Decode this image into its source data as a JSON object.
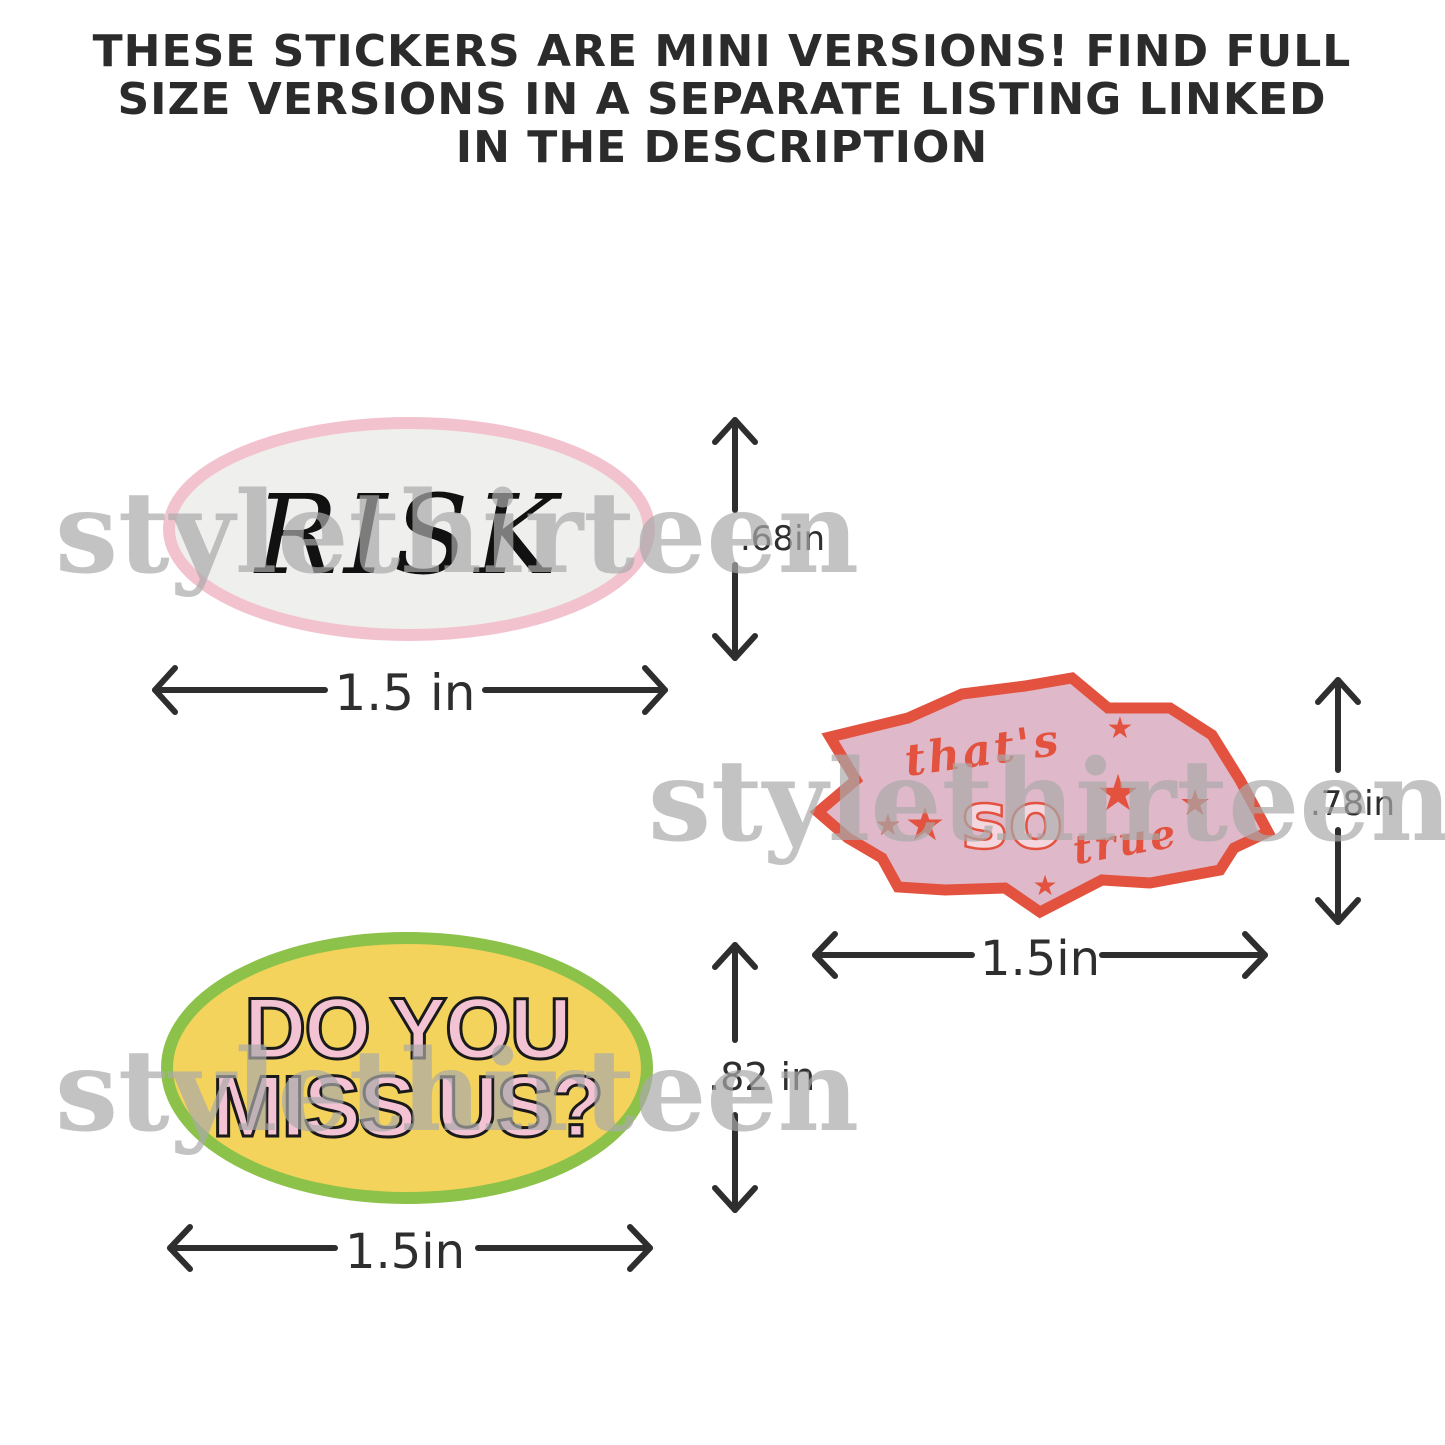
{
  "header": {
    "lines": [
      "THESE STICKERS ARE MINI VERSIONS! FIND FULL",
      "SIZE VERSIONS IN A SEPARATE LISTING LINKED",
      "IN THE DESCRIPTION"
    ]
  },
  "watermark": "stylethirteen",
  "stickers": [
    {
      "name": "risk",
      "text": "RISK",
      "width_label": "1.5 in",
      "height_label": ".68in",
      "colors": {
        "fill": "#efefed",
        "border": "#f2c2cf",
        "text": "#111111"
      }
    },
    {
      "name": "thats-so-true",
      "text_top": "that's",
      "text_middle": "so",
      "text_bottom": "true",
      "width_label": "1.5in",
      "height_label": ".78in",
      "colors": {
        "fill": "#dfb9c9",
        "border": "#e2523f",
        "text": "#e2523f"
      }
    },
    {
      "name": "do-you-miss-us",
      "text_line1": "DO YOU",
      "text_line2": "MISS US?",
      "width_label": "1.5in",
      "height_label": ".82 in",
      "colors": {
        "fill": "#f3d35c",
        "border": "#8dc24a",
        "text": "#f3c3d3",
        "outline": "#1a1a1a"
      }
    }
  ]
}
